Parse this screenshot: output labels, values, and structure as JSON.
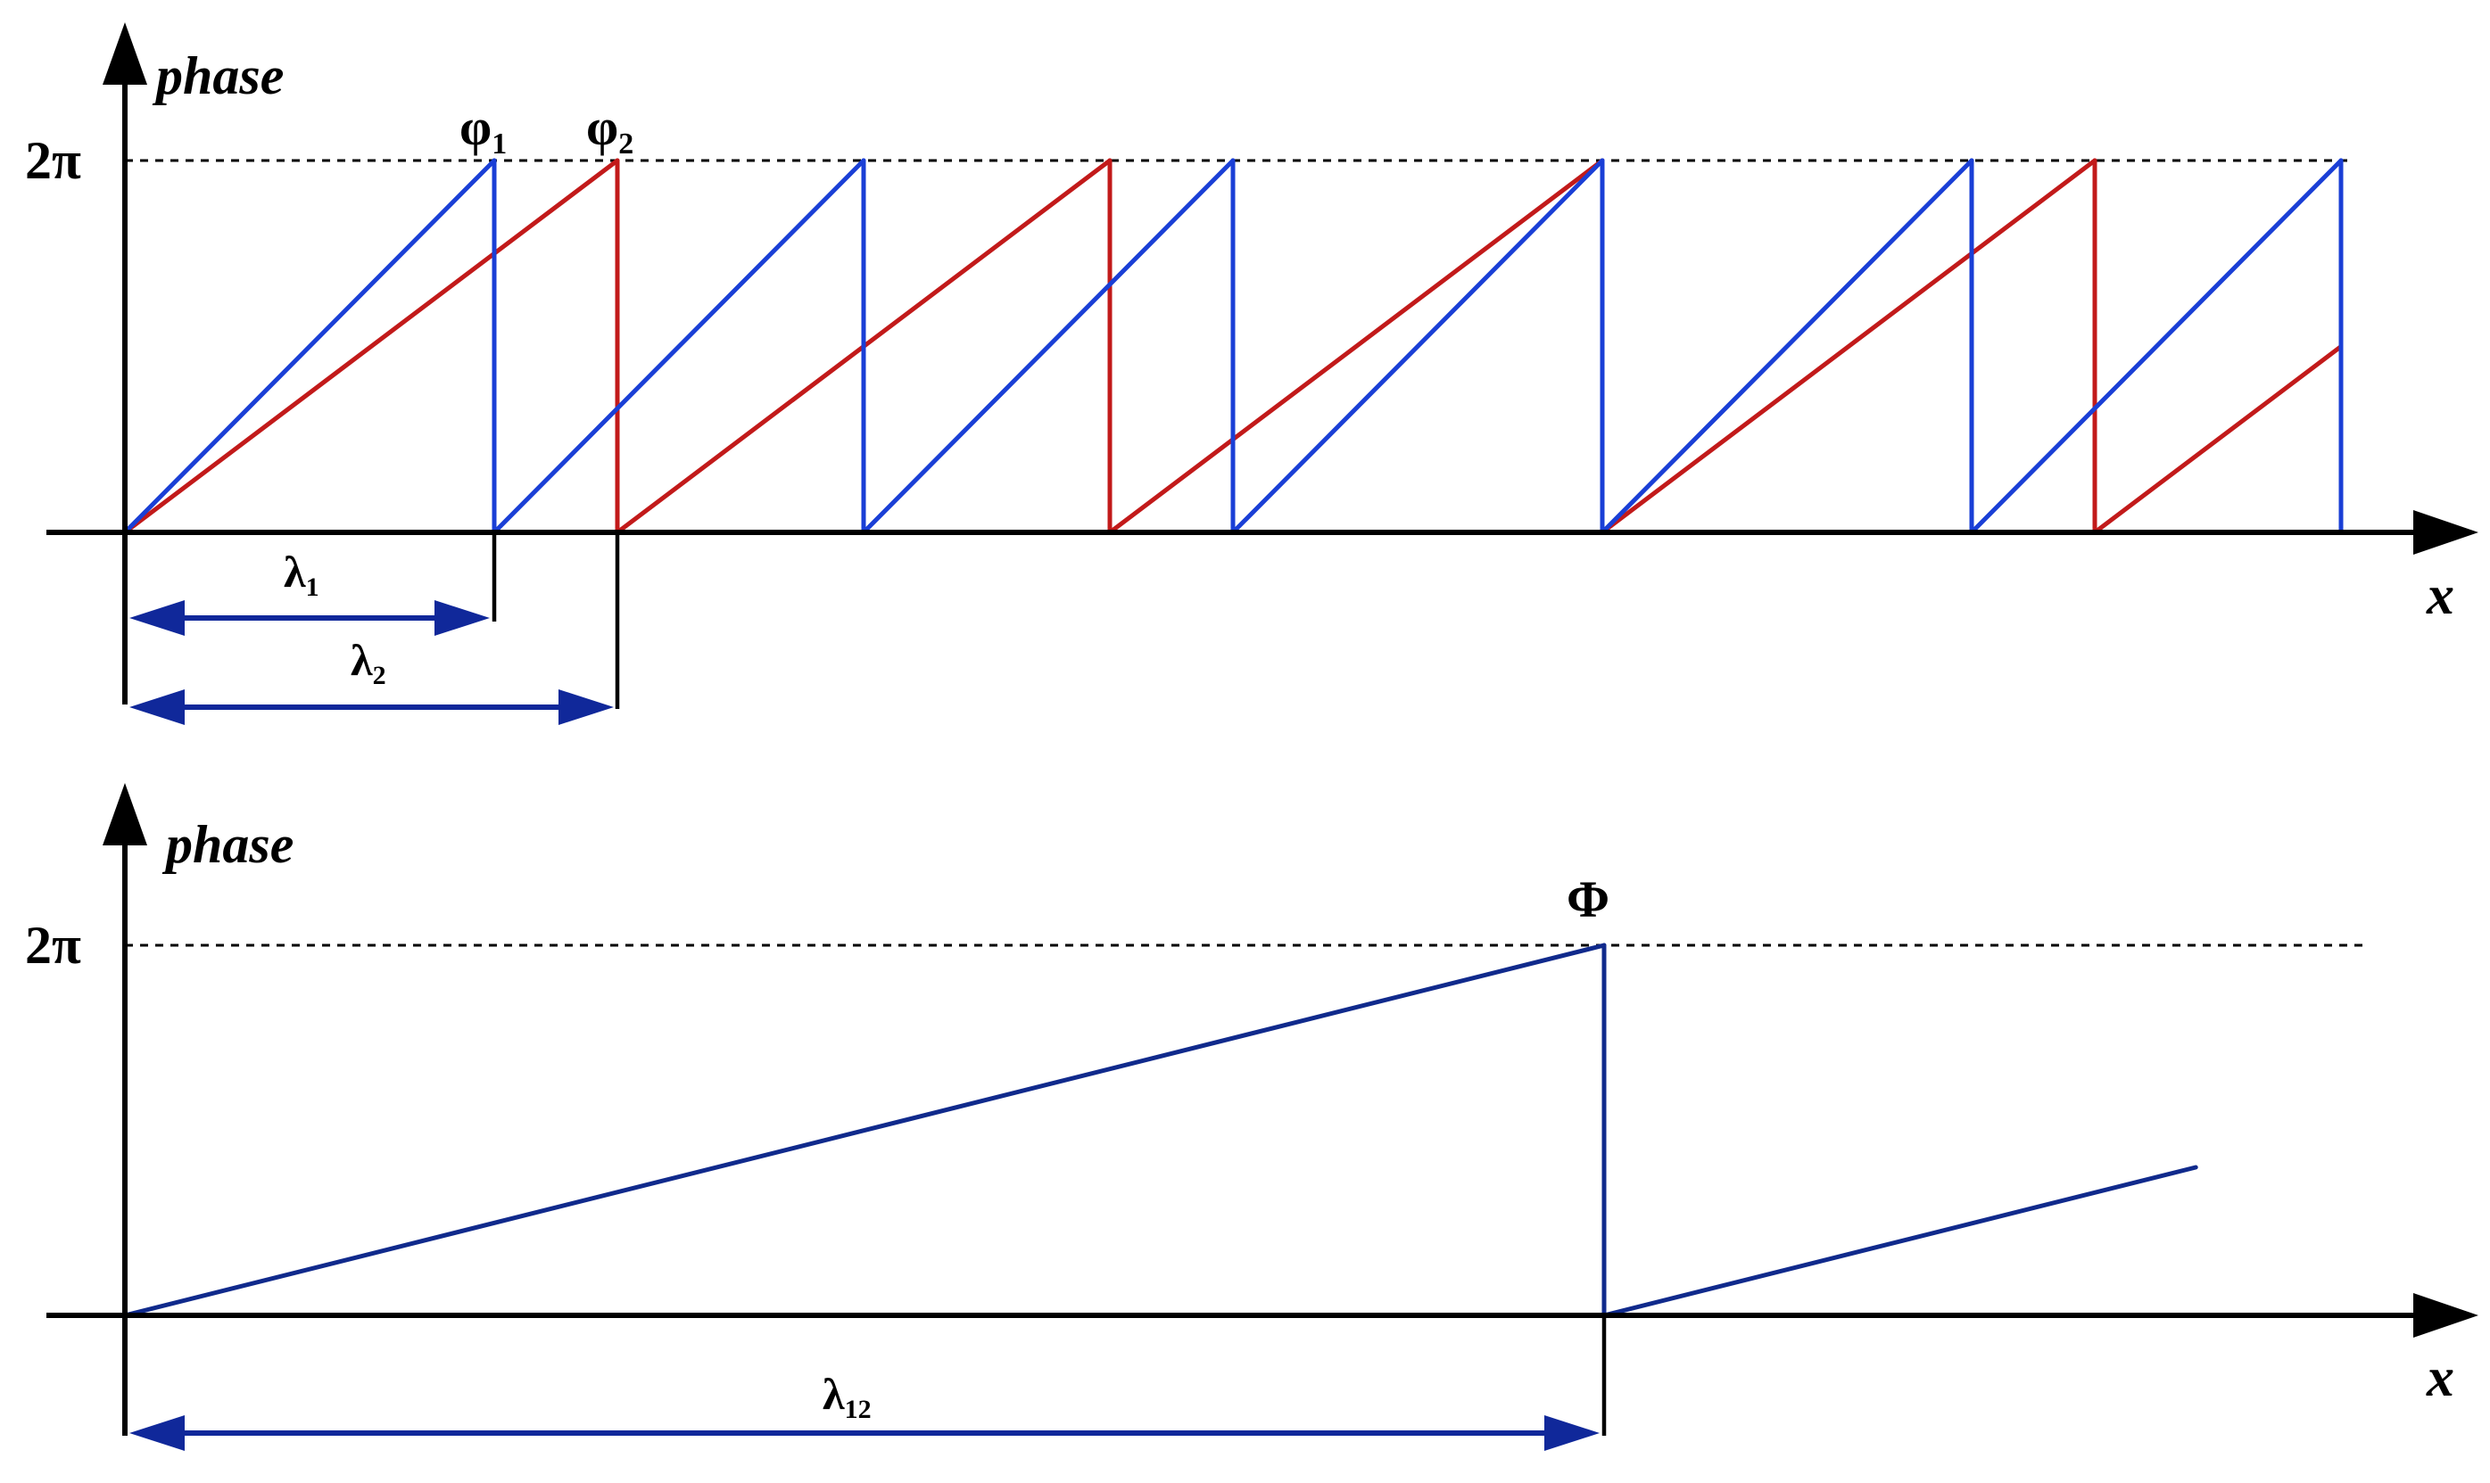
{
  "top_panel": {
    "y_axis_label": "phase",
    "x_axis_label": "x",
    "level_label": "2π",
    "peak_label_1": "φ",
    "peak_label_1_sub": "1",
    "peak_label_2": "φ",
    "peak_label_2_sub": "2",
    "dim_label_1": "λ",
    "dim_label_1_sub": "1",
    "dim_label_2": "λ",
    "dim_label_2_sub": "2",
    "wave_1": {
      "color": "#1a3fd6",
      "wavelength_ratio": 3,
      "cycles_shown": 6
    },
    "wave_2": {
      "color": "#c21a1a",
      "wavelength_ratio": 4,
      "cycles_shown": 4.5
    }
  },
  "bottom_panel": {
    "y_axis_label": "phase",
    "x_axis_label": "x",
    "level_label": "2π",
    "peak_label": "Φ",
    "dim_label": "λ",
    "dim_label_sub": "12",
    "wave": {
      "color": "#102a8c",
      "cycles_shown": 1.4
    }
  },
  "colors": {
    "wave_1": "#1a3fd6",
    "wave_2": "#c21a1a",
    "synthetic_wave": "#102a8c",
    "dimension_arrow": "#10289a",
    "axes": "#000000"
  }
}
